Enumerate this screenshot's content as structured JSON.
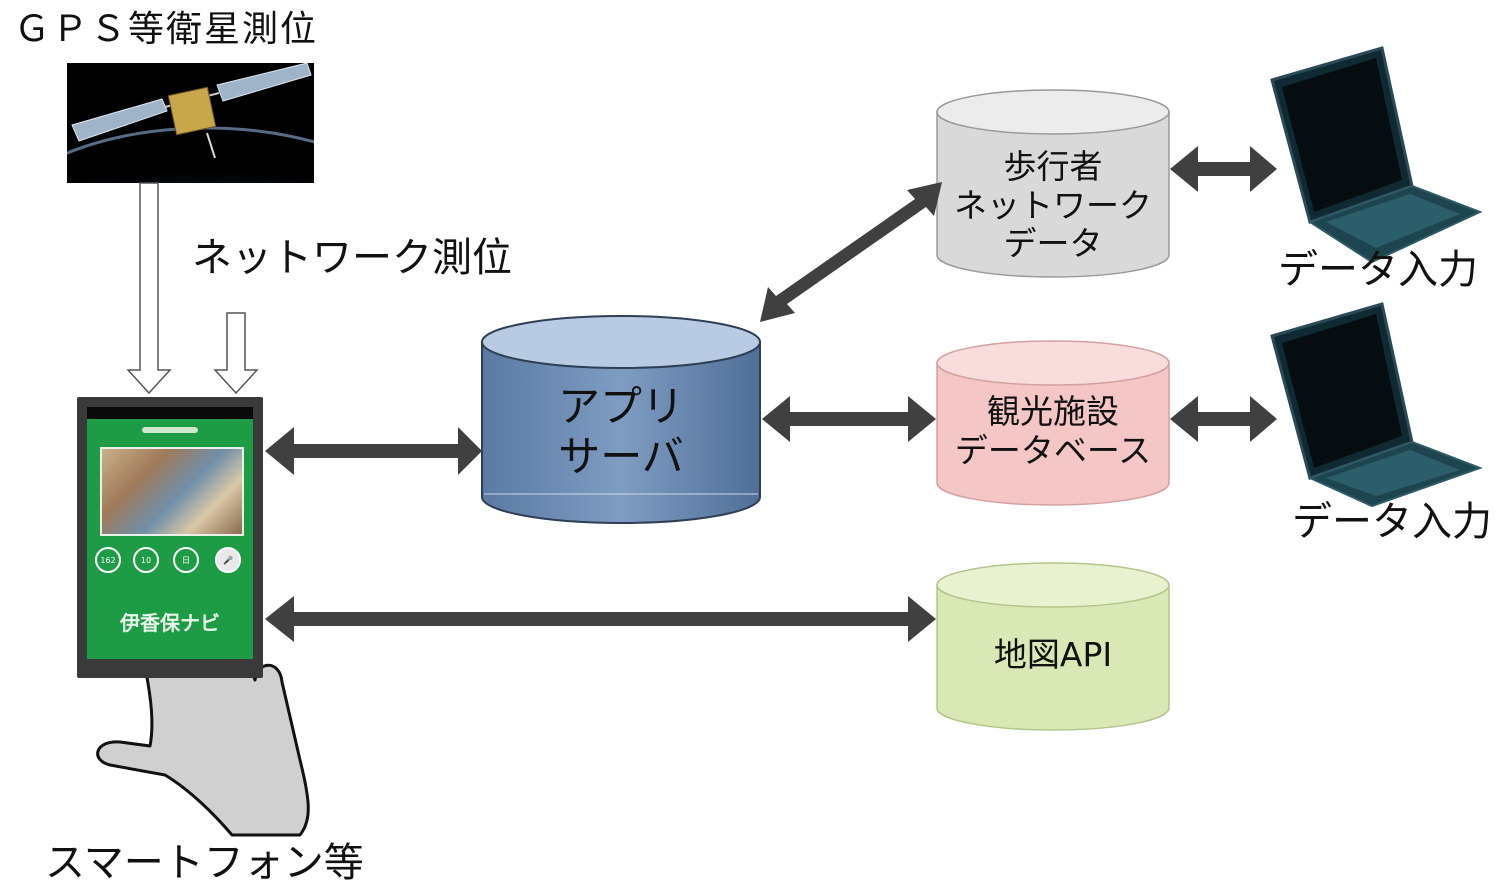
{
  "labels": {
    "gps": "ＧＰＳ等衛星測位",
    "network_positioning": "ネットワーク測位",
    "smartphone": "スマートフォン等",
    "data_input_1": "データ入力",
    "data_input_2": "データ入力"
  },
  "databases": {
    "app_server": {
      "line1": "アプリ",
      "line2": "サーバ",
      "color": "#6f8fb5"
    },
    "pedestrian_network": {
      "line1": "歩行者",
      "line2": "ネットワーク",
      "line3": "データ",
      "color": "#d9d9d9"
    },
    "tourism_facility": {
      "line1": "観光施設",
      "line2": "データベース",
      "color": "#f4c6c6"
    },
    "map_api": {
      "line1": "地図API",
      "color": "#d9e8b4"
    }
  },
  "phone_app": {
    "title": "伊香保ナビ",
    "gauges": [
      "162",
      "10",
      "日",
      "🎤"
    ],
    "screen_color": "#1e9b45"
  },
  "colors": {
    "arrow": "#404040"
  }
}
